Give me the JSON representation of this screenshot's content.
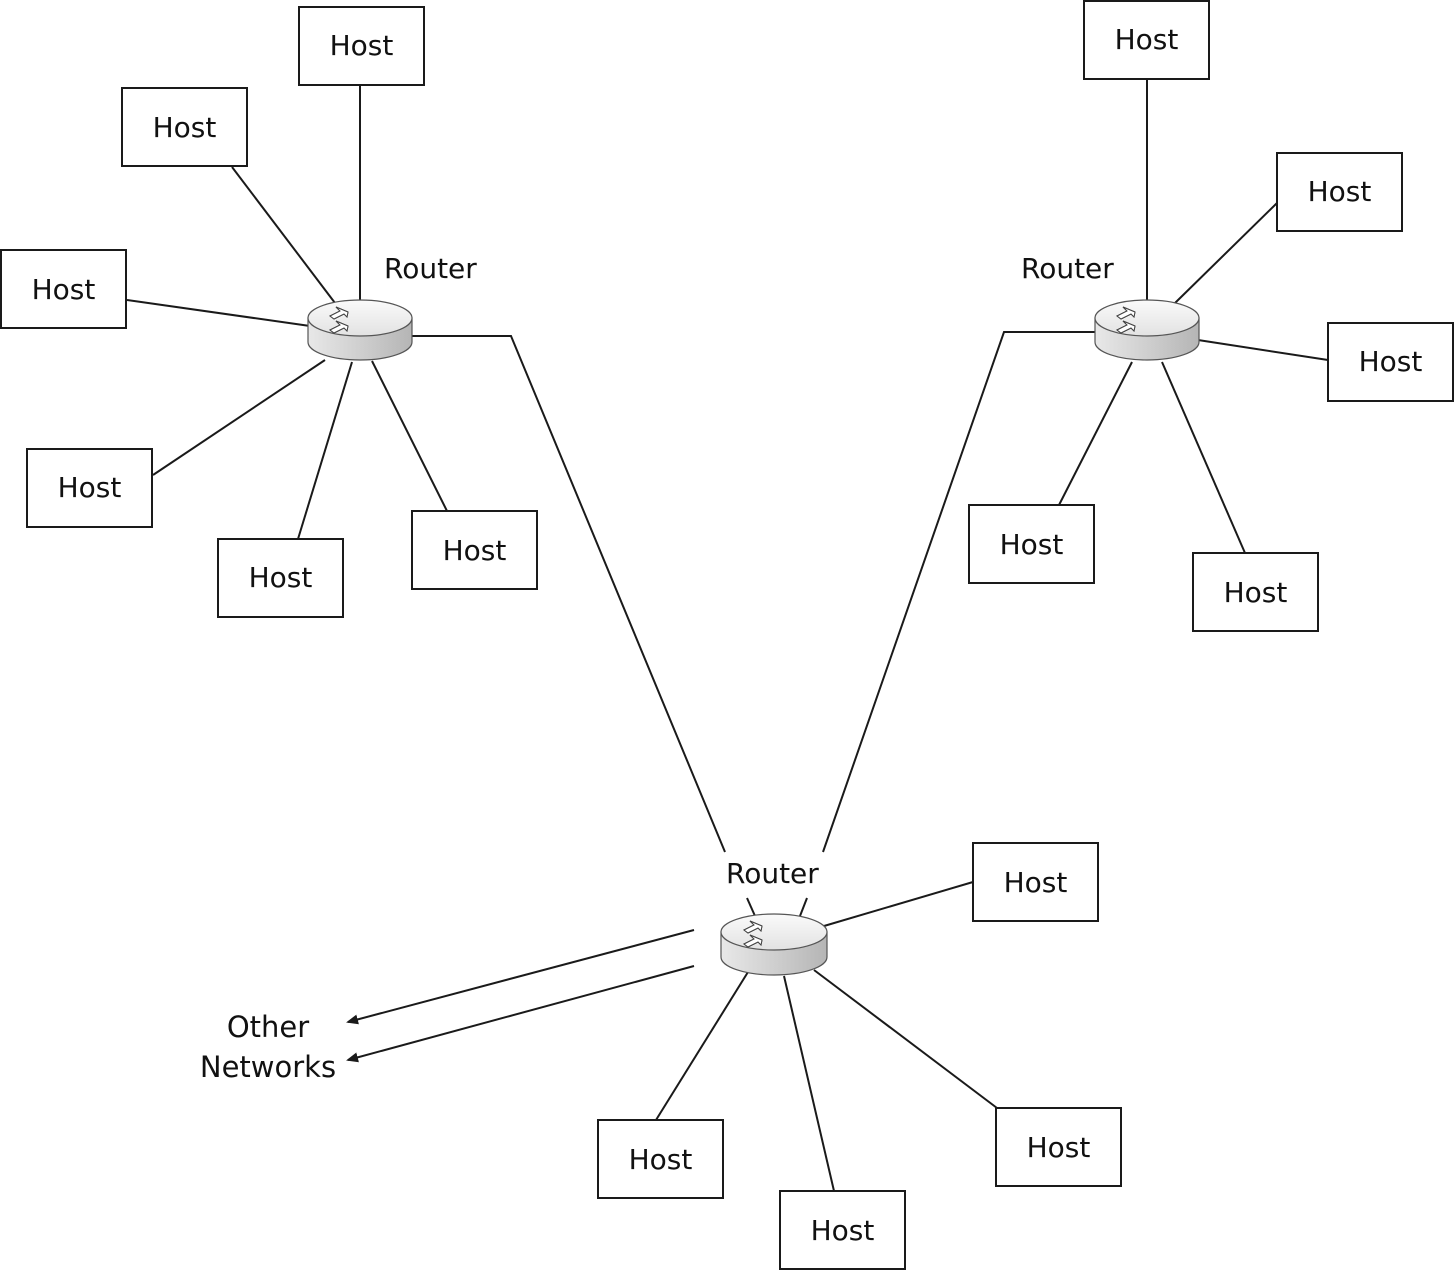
{
  "colors": {
    "line": "#1a1a1a",
    "router_top": "#f2f2f2",
    "router_side": "#cfcfcf",
    "router_arrow": "#ffffff",
    "background": "#ffffff"
  },
  "routers": [
    {
      "id": "router-left",
      "label": "Router",
      "icon": "router-icon"
    },
    {
      "id": "router-right",
      "label": "Router",
      "icon": "router-icon"
    },
    {
      "id": "router-bottom",
      "label": "Router",
      "icon": "router-icon"
    }
  ],
  "hosts": [
    {
      "label": "Host",
      "router": "router-left"
    },
    {
      "label": "Host",
      "router": "router-left"
    },
    {
      "label": "Host",
      "router": "router-left"
    },
    {
      "label": "Host",
      "router": "router-left"
    },
    {
      "label": "Host",
      "router": "router-left"
    },
    {
      "label": "Host",
      "router": "router-left"
    },
    {
      "label": "Host",
      "router": "router-right"
    },
    {
      "label": "Host",
      "router": "router-right"
    },
    {
      "label": "Host",
      "router": "router-right"
    },
    {
      "label": "Host",
      "router": "router-right"
    },
    {
      "label": "Host",
      "router": "router-right"
    },
    {
      "label": "Host",
      "router": "router-bottom"
    },
    {
      "label": "Host",
      "router": "router-bottom"
    },
    {
      "label": "Host",
      "router": "router-bottom"
    },
    {
      "label": "Host",
      "router": "router-bottom"
    }
  ],
  "router_links": [
    {
      "from": "router-left",
      "to": "router-bottom"
    },
    {
      "from": "router-right",
      "to": "router-bottom"
    }
  ],
  "external": {
    "label_line1": "Other",
    "label_line2": "Networks",
    "arrow_count": 2
  }
}
